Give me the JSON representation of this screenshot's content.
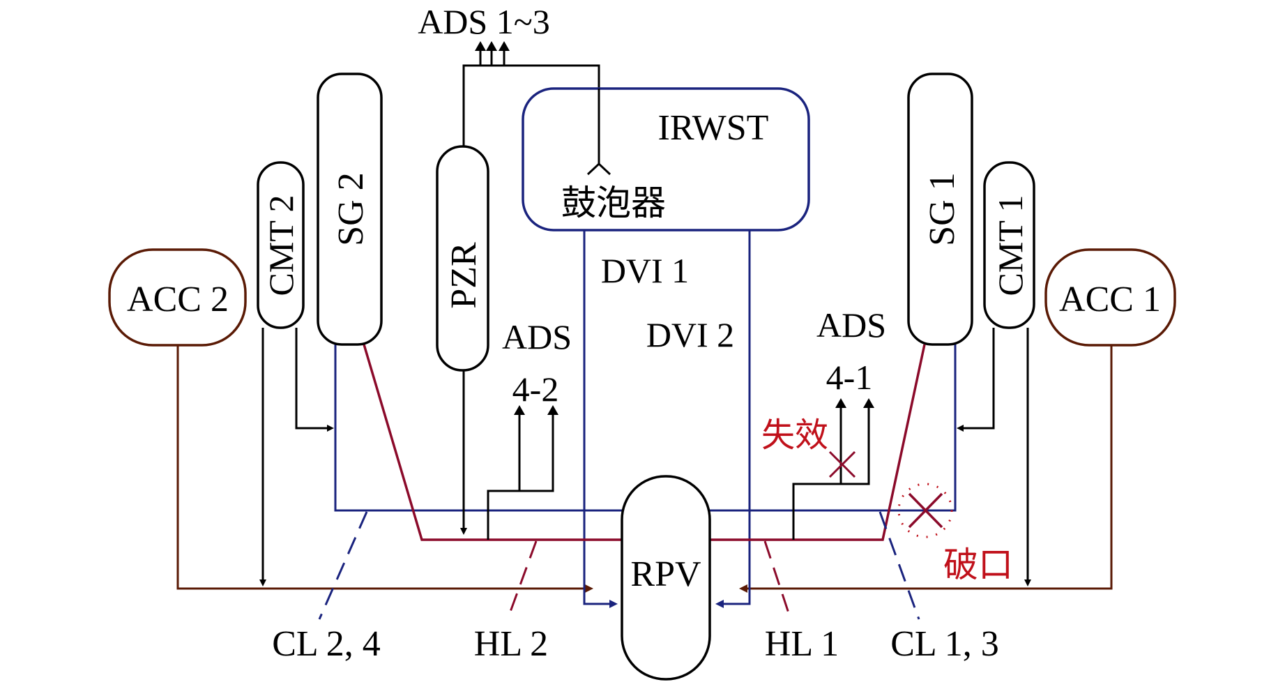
{
  "diagram": {
    "components": {
      "sg2": "SG 2",
      "sg1": "SG 1",
      "cmt2": "CMT 2",
      "cmt1": "CMT 1",
      "acc2": "ACC 2",
      "acc1": "ACC 1",
      "pzr": "PZR",
      "irwst": "IRWST",
      "sparger": "鼓泡器",
      "rpv": "RPV"
    },
    "labels": {
      "ads_1_3": "ADS 1~3",
      "ads_4_2_top": "ADS",
      "ads_4_2_bottom": "4-2",
      "ads_4_1_top": "ADS",
      "ads_4_1_bottom": "4-1",
      "dvi1": "DVI 1",
      "dvi2": "DVI 2",
      "failure": "失效",
      "break": "破口",
      "cl24": "CL 2, 4",
      "hl2": "HL 2",
      "hl1": "HL 1",
      "cl13": "CL 1, 3"
    },
    "colors": {
      "cold_leg": "#1a237e",
      "hot_leg": "#8b0a2a",
      "accumulator": "#5a1a05",
      "annotation": "#c0101a"
    }
  }
}
